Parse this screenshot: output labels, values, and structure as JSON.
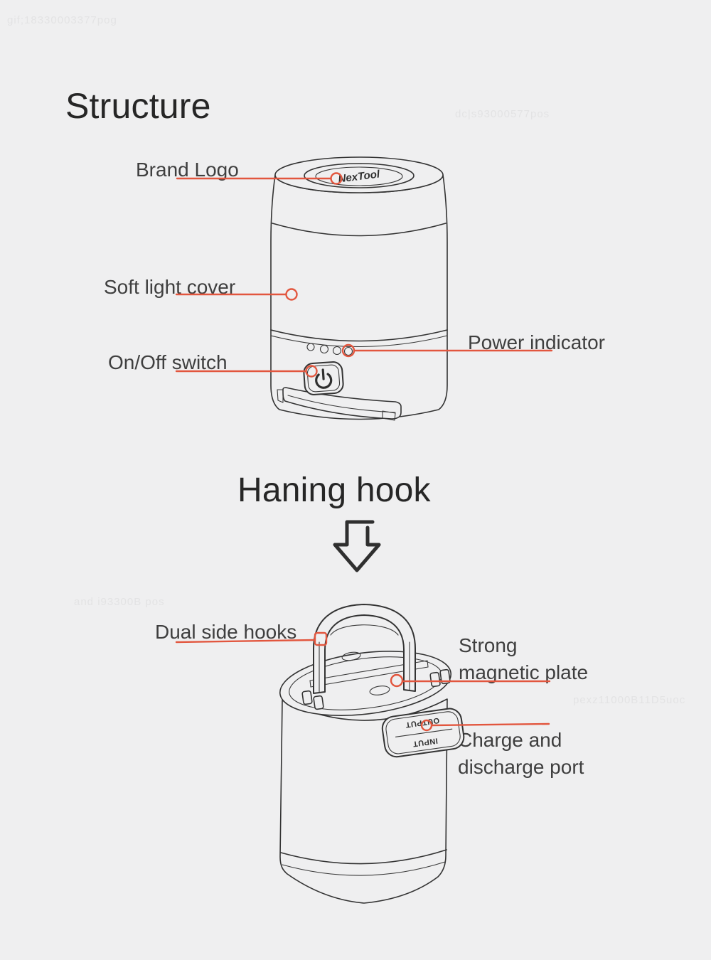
{
  "colors": {
    "background": "#efeff0",
    "line": "#333333",
    "accent": "#e2563e",
    "title_text": "#262626",
    "label_text": "#3f3f3f"
  },
  "header": {
    "title": "Structure"
  },
  "section_hanging": {
    "title": "Haning hook"
  },
  "device_top": {
    "logo_text": "NexTool",
    "labels": {
      "brand_logo": "Brand Logo",
      "soft_light_cover": "Soft light cover",
      "on_off_switch": "On/Off switch",
      "power_indicator": "Power indicator"
    }
  },
  "device_bottom": {
    "labels": {
      "dual_side_hooks": "Dual side hooks",
      "strong_magnetic_plate_line1": "Strong",
      "strong_magnetic_plate_line2": "magnetic plate",
      "charge_port_line1": "Charge and",
      "charge_port_line2": "discharge port"
    },
    "port": {
      "output": "OUTPUT",
      "input": "INPUT"
    }
  },
  "watermarks": {
    "w1": "gif;18330003377pog",
    "w2": "dc|s93000577pos",
    "w3": "and i93300B pos",
    "w4": "pexz11000B11D5uoc"
  }
}
